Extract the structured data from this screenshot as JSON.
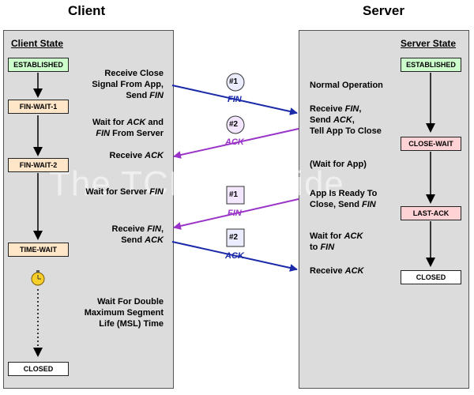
{
  "headers": {
    "client": "Client",
    "server": "Server"
  },
  "panels": {
    "client_state": "Client State",
    "server_state": "Server State"
  },
  "watermark": "The TCP/IP Guide",
  "client_states": {
    "established": "ESTABLISHED",
    "fin_wait_1": "FIN-WAIT-1",
    "fin_wait_2": "FIN-WAIT-2",
    "time_wait": "TIME-WAIT",
    "closed": "CLOSED"
  },
  "server_states": {
    "established": "ESTABLISHED",
    "close_wait": "CLOSE-WAIT",
    "last_ack": "LAST-ACK",
    "closed": "CLOSED"
  },
  "client_labels": {
    "receive_close_1": "Receive Close",
    "receive_close_2": "Signal From App,",
    "receive_close_3a": "Send ",
    "receive_close_3b": "FIN",
    "wait_ack_1a": "Wait for ",
    "wait_ack_1b": "ACK",
    "wait_ack_1c": " and",
    "wait_ack_2a": "FIN",
    "wait_ack_2b": " From Server",
    "receive_ack_a": "Receive ",
    "receive_ack_b": "ACK",
    "wait_server_fin_a": "Wait for Server ",
    "wait_server_fin_b": "FIN",
    "receive_fin_1a": "Receive ",
    "receive_fin_1b": "FIN",
    "receive_fin_1c": ",",
    "receive_fin_2a": "Send ",
    "receive_fin_2b": "ACK",
    "wait_double_1": "Wait For Double",
    "wait_double_2": "Maximum Segment",
    "wait_double_3": "Life (MSL) Time"
  },
  "server_labels": {
    "normal_operation": "Normal Operation",
    "receive_fin_1a": "Receive ",
    "receive_fin_1b": "FIN",
    "receive_fin_1c": ",",
    "receive_fin_2a": "Send ",
    "receive_fin_2b": "ACK",
    "receive_fin_2c": ",",
    "receive_fin_3": "Tell App To Close",
    "wait_for_app": "(Wait for App)",
    "app_ready_1": "App Is Ready To",
    "app_ready_2a": "Close, Send ",
    "app_ready_2b": "FIN",
    "wait_ack_1a": "Wait for ",
    "wait_ack_1b": "ACK",
    "wait_ack_2a": "to ",
    "wait_ack_2b": "FIN",
    "receive_ack_a": "Receive ",
    "receive_ack_b": "ACK"
  },
  "messages": {
    "m1_num": "#1",
    "m1_name": "FIN",
    "m2_num": "#2",
    "m2_name": "ACK",
    "m3_num": "#1",
    "m3_name": "FIN",
    "m4_num": "#2",
    "m4_name": "ACK"
  },
  "colors": {
    "client_to_server": "#1a2aa8",
    "server_to_client": "#9a34c8",
    "panel_bg": "#dcdcdc",
    "established": "#ccffcc",
    "fin_wait": "#ffe6c8",
    "close_wait": "#ffd3d6"
  }
}
